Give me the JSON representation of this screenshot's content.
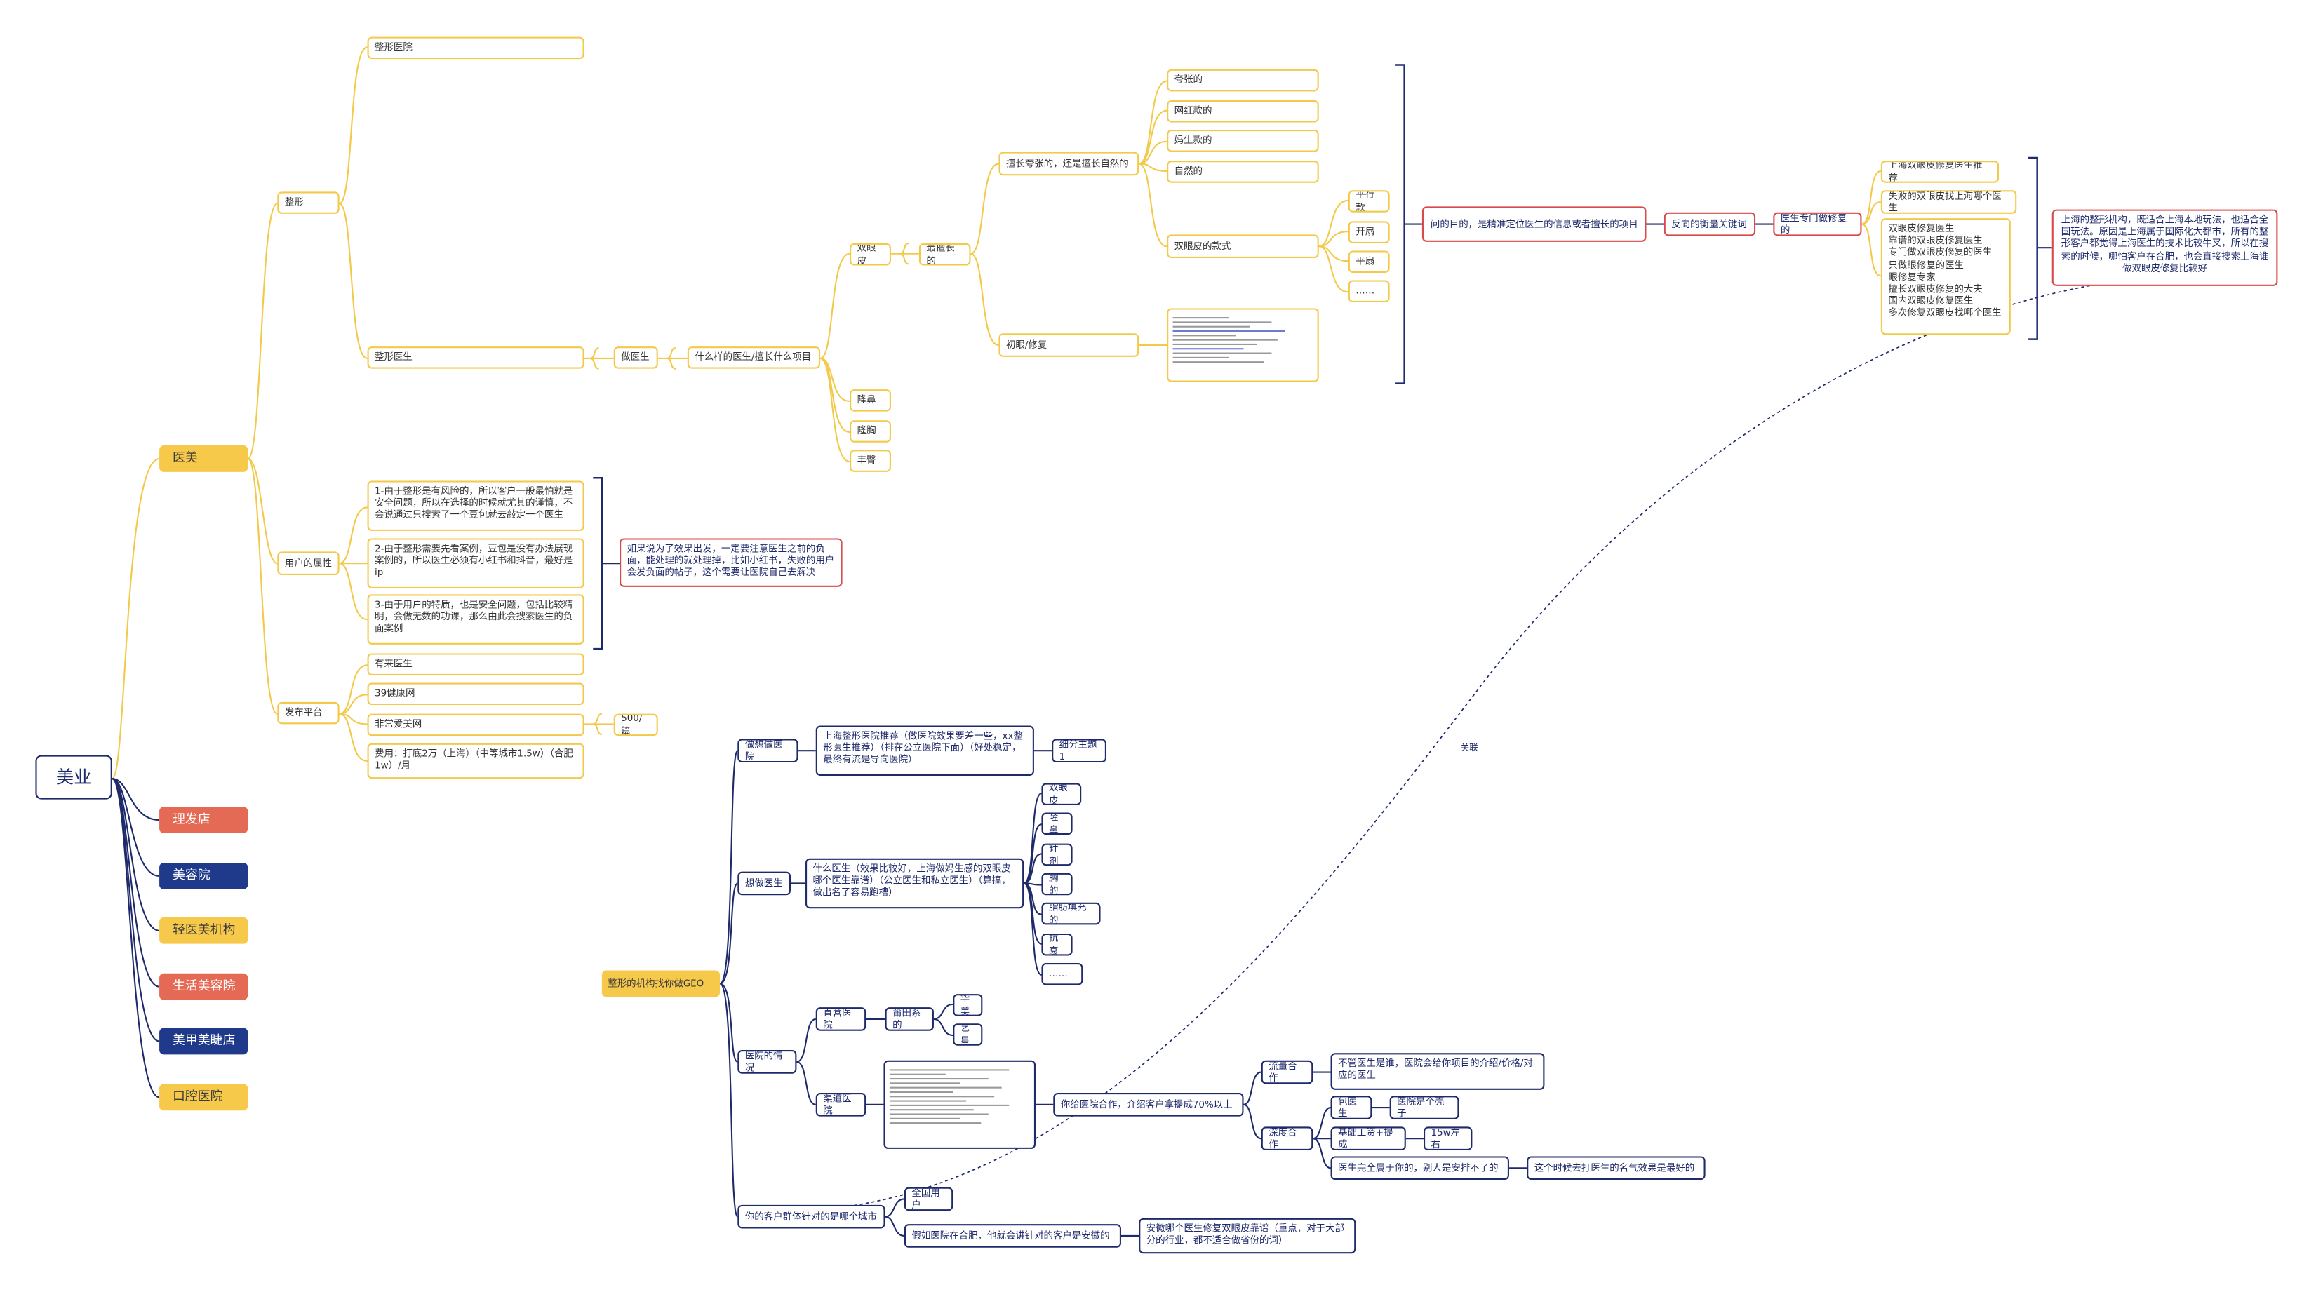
{
  "root": "美业",
  "categories": [
    "医美",
    "理发店",
    "美容院",
    "轻医美机构",
    "生活美容院",
    "美甲美睫店",
    "口腔医院"
  ],
  "n": {
    "zhengxing": "整形",
    "zhengxing_yiyuan": "整形医院",
    "zhengxing_yisheng": "整形医生",
    "zuo_yisheng": "做医生",
    "shenmeyang": "什么样的医生/擅长什么项目",
    "shuangyanpi": "双眼皮",
    "zui_shanchang": "最擅长的",
    "kuazhang_q": "擅长夸张的，还是擅长自然的",
    "kuazhang": "夸张的",
    "wanghong": "网红款的",
    "mashengkuan": "妈生款的",
    "ziran": "自然的",
    "kuanshi": "双眼皮的款式",
    "pingxing": "平行款",
    "kaishan": "开扇",
    "pingshan": "平扇",
    "more1": "……",
    "chuyan": "初眼/修复",
    "longbi": "隆鼻",
    "longxiong": "隆胸",
    "fengtun": "丰臀",
    "wenti_mudi": "问的目的，是精准定位医生的信息或者擅长的项目",
    "fanxiang": "反向的衡量关键词",
    "xiufu_doc": "医生专门做修复的",
    "kw1": "上海双眼皮修复医生推荐",
    "kw2": "失败的双眼皮找上海哪个医生",
    "kw3": "双眼皮修复医生\n靠谱的双眼皮修复医生\n专门做双眼皮修复的医生\n只做眼修复的医生\n眼修复专家\n擅长双眼皮修复的大夫\n国内双眼皮修复医生\n多次修复双眼皮找哪个医生",
    "shanghai_note": "上海的整形机构，既适合上海本地玩法，也适合全国玩法。原因是上海属于国际化大都市，所有的整形客户都觉得上海医生的技术比较牛叉，所以在搜索的时候，哪怕客户在合肥，也会直接搜索上海谁做双眼皮修复比较好",
    "yonghu_shuxing": "用户的属性",
    "attr1": "1-由于整形是有风险的，所以客户一般最怕就是安全问题，所以在选择的时候就尤其的谨慎，不会说通过只搜索了一个豆包就去敲定一个医生",
    "attr2": "2-由于整形需要先看案例，豆包是没有办法展现案例的，所以医生必须有小红书和抖音，最好是ip",
    "attr3": "3-由于用户的特质，也是安全问题，包括比较精明，会做无数的功课，那么由此会搜索医生的负面案例",
    "attr_note": "如果说为了效果出发，一定要注意医生之前的负面，能处理的就处理掉，比如小红书，失败的用户会发负面的帖子，这个需要让医院自己去解决",
    "fabu": "发布平台",
    "p1": "有来医生",
    "p2": "39健康网",
    "p3": "非常爱美网",
    "p3_price": "500/篇",
    "p4": "费用：打底2万（上海）（中等城市1.5w）（合肥1w）/月",
    "geo": "整形的机构找你做GEO",
    "xiang_yiyuan": "做想做医院",
    "sh_rec": "上海整形医院推荐（做医院效果要差一些，xx整形医生推荐）（排在公立医院下面）（好处稳定，最终有流是导向医院）",
    "xifen": "细分主题1",
    "xiang_yisheng": "想做医生",
    "good_doc": "什么医生（效果比较好，上海做妈生感的双眼皮哪个医生靠谱）（公立医生和私立医生）（算搞，做出名了容易跑槽）",
    "s1": "双眼皮",
    "s2": "隆鼻",
    "s3": "针剂",
    "s4": "胸的",
    "s5": "脂肪填充的",
    "s6": "抗衰",
    "s7": "……",
    "qingkuang": "医院的情况",
    "zhiying": "直营医院",
    "putian": "莆田系的",
    "huamei": "华美",
    "yixing": "艺星",
    "qudao": "渠道医院",
    "hezuo": "你给医院合作，介绍客户拿提成70%以上",
    "liuliang": "流量合作",
    "buguan": "不管医生是谁，医院会给你项目的介绍/价格/对应的医生",
    "shendu": "深度合作",
    "bao_ys": "包医生",
    "ys_kezi": "医院是个壳子",
    "jichu": "基础工资+提成",
    "w15": "15w左右",
    "wanquan": "医生完全属于你的，别人是安排不了的",
    "mingqi": "这个时候去打医生的名气效果是最好的",
    "kehu_city": "你的客户群体针对的是哪个城市",
    "quanguo": "全国用户",
    "hefei": "假如医院在合肥，他就会讲针对的客户是安徽的",
    "anhui": "安徽哪个医生修复双眼皮靠谱（重点，对于大部分的行业，都不适合做省份的词）",
    "guanlian": "关联"
  }
}
